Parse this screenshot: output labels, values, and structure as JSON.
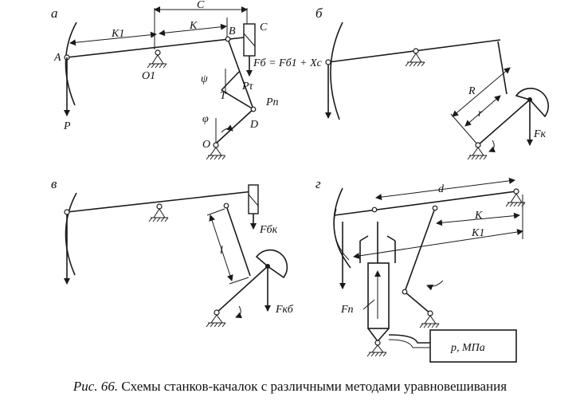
{
  "caption": {
    "prefix": "Рис. 66.",
    "text": "Схемы станков-качалок с различными методами уравновешивания"
  },
  "panels": {
    "a": {
      "letter": "а",
      "labels": {
        "A": "A",
        "O1": "O1",
        "B": "B",
        "C": "C",
        "K1": "K1",
        "K": "K",
        "Cdim": "C",
        "psi": "ψ",
        "phi": "φ",
        "T": "T",
        "Pt": "Pτ",
        "Pn": "Pп",
        "D": "D",
        "O": "O",
        "P": "P",
        "Fb": "Fб = Fб1 + Xс"
      }
    },
    "b": {
      "letter": "б",
      "labels": {
        "R": "R",
        "r": "r",
        "Fk": "Fк"
      }
    },
    "v": {
      "letter": "в",
      "labels": {
        "l": "l",
        "Fbk": "Fбк",
        "Fkb": "Fкб"
      }
    },
    "g": {
      "letter": "г",
      "labels": {
        "d": "d",
        "K": "K",
        "K1": "K1",
        "Fp": "Fп",
        "pressure": "p, МПа"
      }
    }
  }
}
